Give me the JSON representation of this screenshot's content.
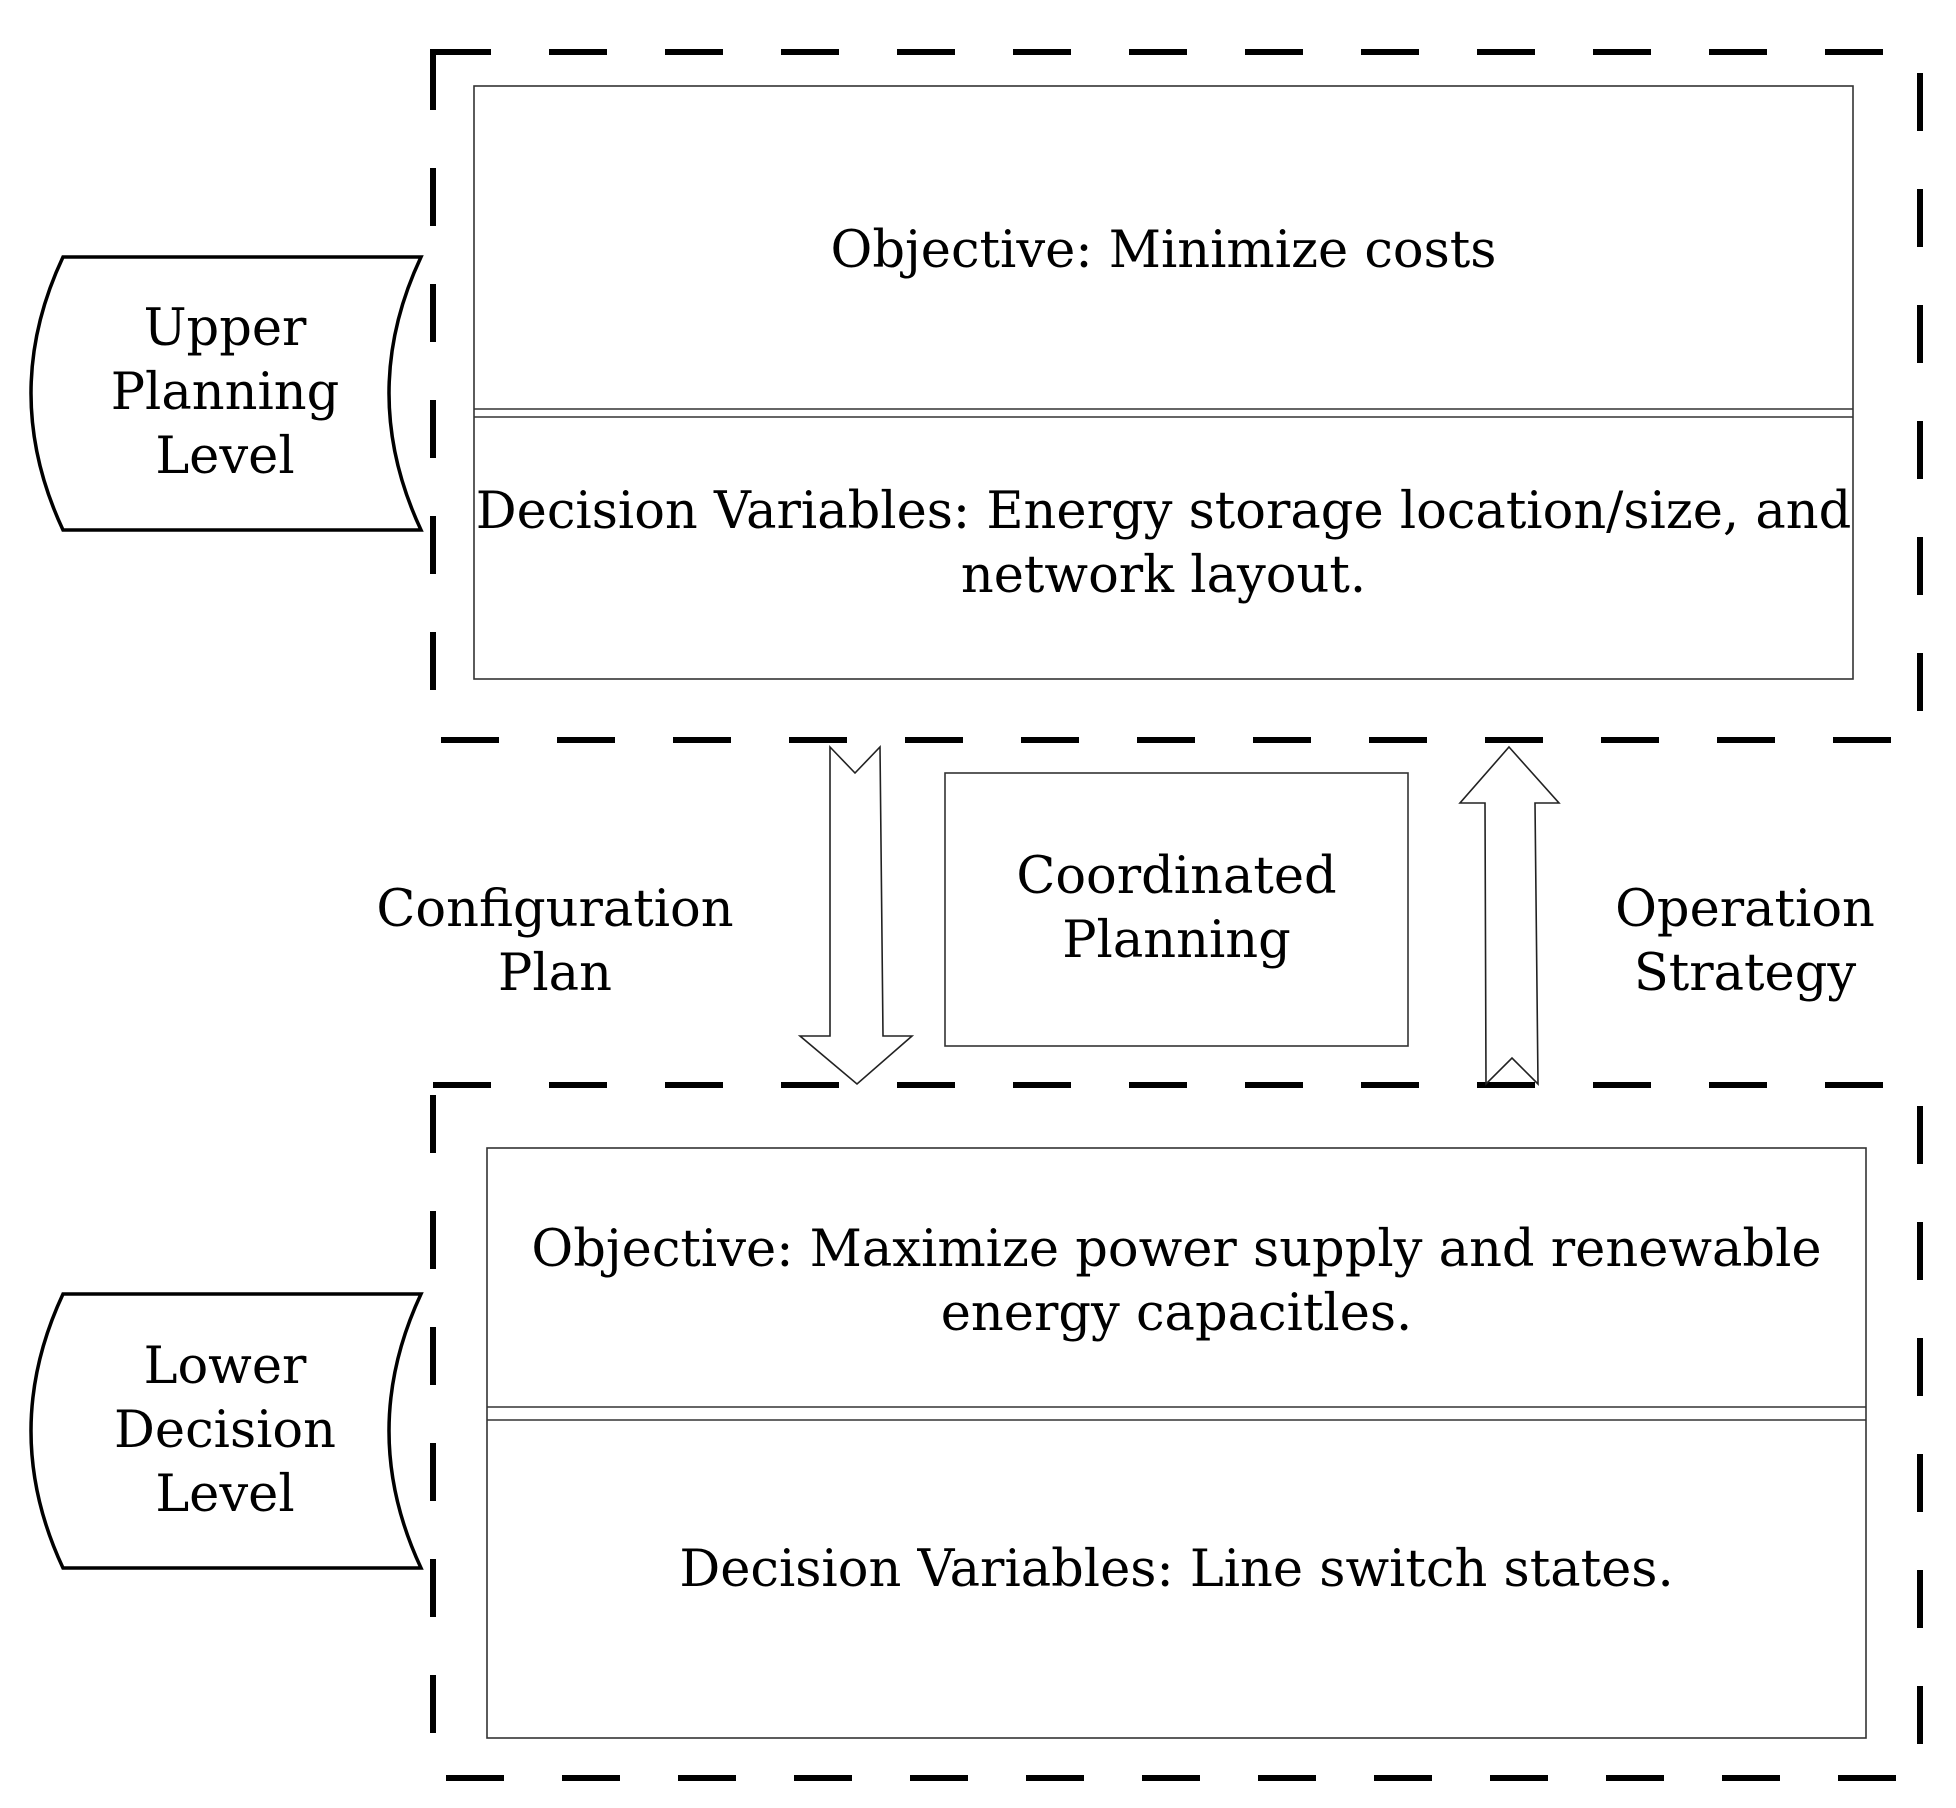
{
  "upper": {
    "level_label": [
      "Upper",
      "Planning",
      "Level"
    ],
    "objective": "Objective: Minimize costs",
    "variables": [
      "Decision Variables: Energy storage location/size, and",
      "network layout."
    ]
  },
  "middle": {
    "left_label": [
      "Configuration",
      "Plan"
    ],
    "center_label": [
      "Coordinated",
      "Planning"
    ],
    "right_label": [
      "Operation",
      "Strategy"
    ]
  },
  "lower": {
    "level_label": [
      "Lower",
      "Decision",
      "Level"
    ],
    "objective": [
      "Objective: Maximize power supply and renewable",
      "energy capacitles."
    ],
    "variables": "Decision Variables: Line switch states."
  }
}
